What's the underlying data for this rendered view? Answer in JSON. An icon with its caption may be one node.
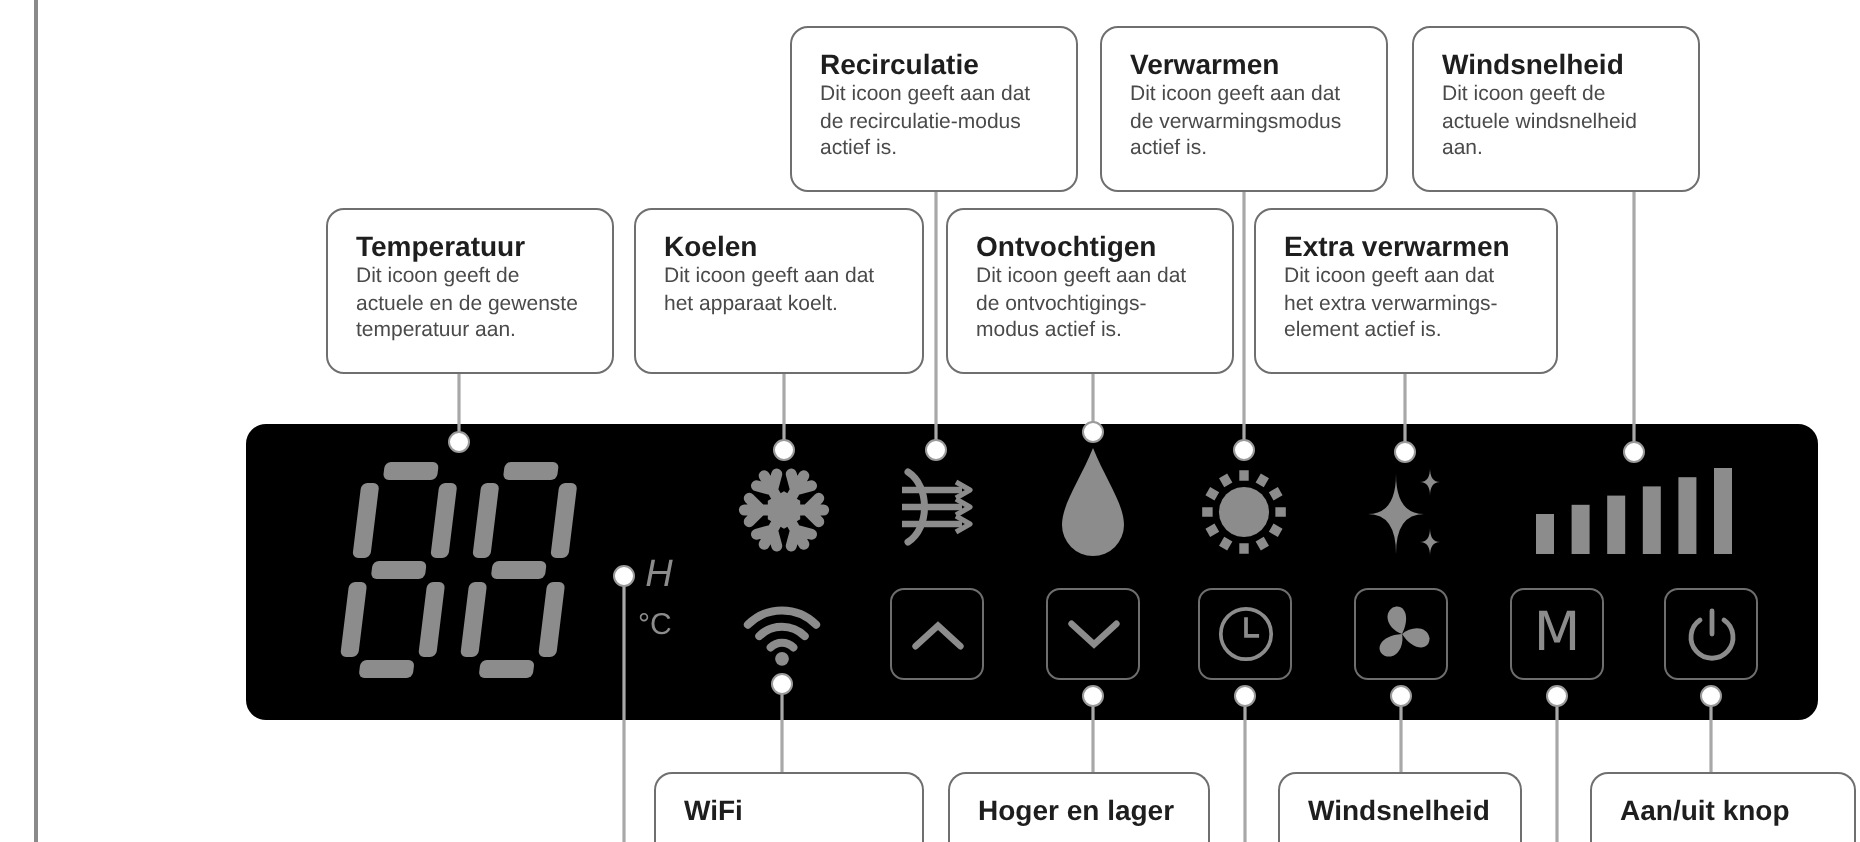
{
  "diagram": {
    "nodes": [
      {
        "text": [
          "Recirculatie",
          "Dit icoon geeft aan dat de recirculatie-modus actief is."
        ]
      },
      {
        "text": [
          "Verwarmen",
          "Dit icoon geeft aan dat de verwarmingsmodus actief is."
        ]
      },
      {
        "text": [
          "Windsnelheid",
          "Dit icoon geeft de actuele windsnelheid aan."
        ]
      },
      {
        "text": [
          "Temperatuur",
          "Dit icoon geeft de actuele en de gewenste temperatuur aan."
        ]
      },
      {
        "text": [
          "Koelen",
          "Dit icoon geeft aan dat het apparaat koelt."
        ]
      },
      {
        "text": [
          "Ontvochtigen",
          "Dit icoon geeft aan dat de ontvochtigings-modus actief is."
        ]
      },
      {
        "text": [
          "Extra verwarmen",
          "Dit icoon geeft aan dat het extra verwarmings-element actief is."
        ]
      },
      {
        "text": [],
        "shape": "box"
      },
      {
        "text": [],
        "shape": "picture",
        "in": 7
      },
      {
        "text": [],
        "shape": "picture",
        "in": 7
      },
      {
        "text": [],
        "shape": "picture",
        "in": 7
      },
      {
        "text": [],
        "shape": "picture",
        "in": 7
      },
      {
        "text": [],
        "shape": "picture",
        "in": 7
      },
      {
        "text": [],
        "shape": "picture",
        "in": 7
      },
      {
        "text": [],
        "shape": "picture",
        "in": 7
      },
      {
        "text": [
          "H"
        ],
        "in": 7
      },
      {
        "text": [],
        "shape": "picture",
        "in": 7
      },
      {
        "text": [],
        "shape": "box",
        "in": 7
      },
      {
        "text": [],
        "shape": "box",
        "in": 7
      },
      {
        "text": [],
        "shape": "box",
        "in": 7
      },
      {
        "text": [],
        "shape": "box",
        "in": 7
      },
      {
        "text": [
          "M"
        ],
        "in": 7
      },
      {
        "text": [],
        "shape": "box",
        "in": 7
      },
      {
        "text": [
          "WiFi"
        ]
      },
      {
        "text": [
          "Hoger en lager"
        ]
      },
      {
        "text": [
          "Windsnelheid"
        ]
      },
      {
        "text": [
          "Aan/uit knop"
        ]
      }
    ],
    "edges": [
      {
        "from": 0,
        "to": 10,
        "arrow": "other"
      },
      {
        "from": 1,
        "to": 12,
        "arrow": "other"
      },
      {
        "from": 2,
        "to": 14,
        "arrow": "other"
      },
      {
        "from": 3,
        "to": 8,
        "arrow": "other"
      },
      {
        "from": 4,
        "to": 9,
        "arrow": "other"
      },
      {
        "from": 5,
        "to": 11,
        "arrow": "other"
      },
      {
        "from": 6,
        "to": 13,
        "arrow": "other"
      },
      {
        "from": null,
        "to": 15,
        "arrow": "other"
      },
      {
        "from": 23,
        "to": 16,
        "arrow": "other"
      },
      {
        "from": 24,
        "to": 18,
        "arrow": "other"
      },
      {
        "from": null,
        "to": 19,
        "arrow": "other"
      },
      {
        "from": 25,
        "to": 20,
        "arrow": "other"
      },
      {
        "from": null,
        "to": 21,
        "arrow": "other"
      },
      {
        "from": 26,
        "to": 22,
        "arrow": "other"
      }
    ],
    "labels": [
      "°C"
    ]
  }
}
